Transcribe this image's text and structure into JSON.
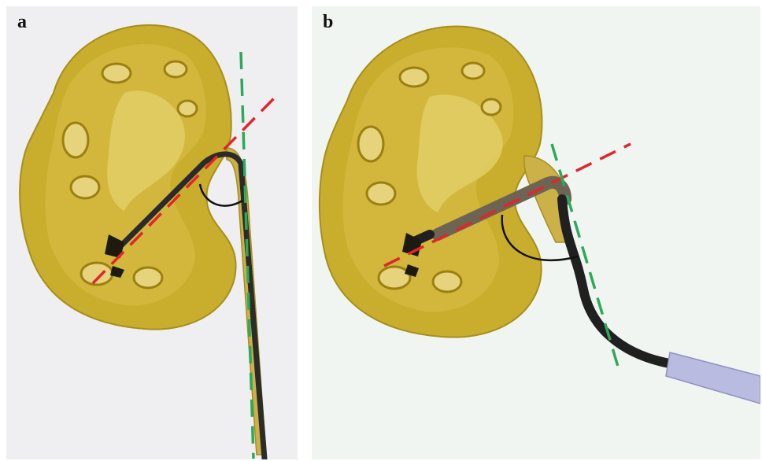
{
  "figure": {
    "panels": [
      {
        "id": "a",
        "label": "a"
      },
      {
        "id": "b",
        "label": "b"
      }
    ]
  },
  "colors": {
    "kidney": "#c9ad2c",
    "kidney_inner": "#ddc75a",
    "calyx": "#a68a17",
    "scope": "#2b2b2b",
    "scope_sheath": "#6e6453",
    "handle": "#b9bbe0",
    "red_guide": "#e0262b",
    "green_guide": "#2ea85a",
    "angle_arc": "#111111"
  }
}
